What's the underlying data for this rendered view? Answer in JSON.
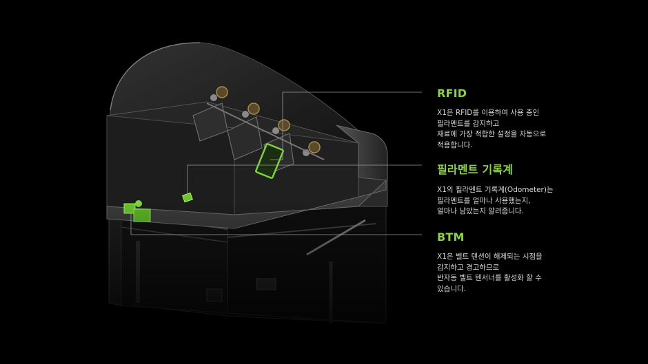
{
  "colors": {
    "accent": "#8bd43a",
    "background": "#000000",
    "text": "#d6d6d6"
  },
  "features": [
    {
      "title": "RFID",
      "description": "X1은 RFID를 이용하여 사용 중인\n필라멘트를 감지하고\n재료에 가장 적합한 설정을 자동으로\n적용합니다."
    },
    {
      "title": "필라멘트 기록계",
      "description": "X1의 필라멘트 기록계(Odometer)는\n필라멘트를 얼마나 사용했는지,\n얼마나 남았는지 알려줍니다."
    },
    {
      "title": "BTM",
      "description": "X1은 벨트 텐션이 해제되는 시점을\n감지하고 경고하므로\n반자동 벨트 텐서너를 활성화 할 수\n있습니다."
    }
  ]
}
